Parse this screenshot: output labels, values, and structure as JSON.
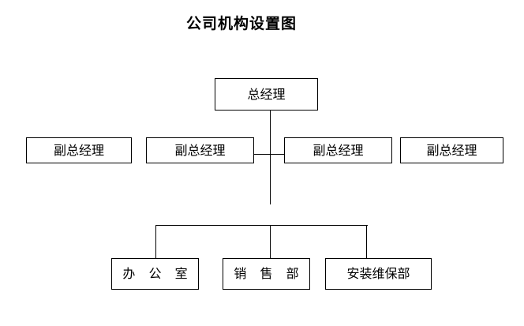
{
  "chart_data": {
    "type": "diagram",
    "diagram_kind": "organizational-chart",
    "title": "公司机构设置图",
    "orientation": "top-down",
    "levels": [
      {
        "level": 1,
        "nodes": [
          {
            "id": "gm",
            "label": "总经理"
          }
        ]
      },
      {
        "level": 2,
        "nodes": [
          {
            "id": "dgm1",
            "label": "副总经理"
          },
          {
            "id": "dgm2",
            "label": "副总经理"
          },
          {
            "id": "dgm3",
            "label": "副总经理"
          },
          {
            "id": "dgm4",
            "label": "副总经理"
          }
        ]
      },
      {
        "level": 3,
        "nodes": [
          {
            "id": "office",
            "label": "办 公 室"
          },
          {
            "id": "sales",
            "label": "销 售 部"
          },
          {
            "id": "install",
            "label": "安装维保部"
          }
        ]
      }
    ],
    "edges": [
      {
        "from": "gm",
        "to": "dgm2"
      },
      {
        "from": "gm",
        "to": "dgm3"
      },
      {
        "from": "gm",
        "to": "office"
      },
      {
        "from": "gm",
        "to": "sales"
      },
      {
        "from": "gm",
        "to": "install"
      }
    ],
    "colors": {
      "line": "#000000",
      "box_fill": "#ffffff",
      "text": "#000000",
      "background": "#ffffff"
    }
  },
  "header": {
    "title": "公司机构设置图"
  },
  "nodes": {
    "general_manager": "总经理",
    "deputy_1": "副总经理",
    "deputy_2": "副总经理",
    "deputy_3": "副总经理",
    "deputy_4": "副总经理",
    "office": "办 公 室",
    "sales": "销 售 部",
    "installation": "安装维保部"
  }
}
